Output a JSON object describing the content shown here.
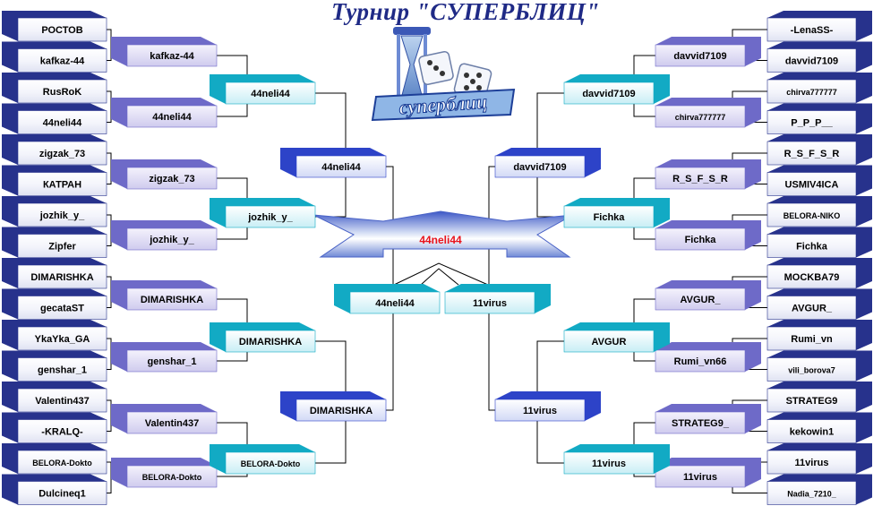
{
  "title": "Турнир \"СУПЕРБЛИЦ\"",
  "logo_text": "суперблиц",
  "champion": "44neli44",
  "colors": {
    "navy": "#27328c",
    "violet": "#6e6ac8",
    "teal": "#12aac4",
    "blue": "#2d43c8",
    "champion_text": "#e8121b"
  },
  "left": {
    "round1": [
      "РОСТОВ",
      "kafkaz-44",
      "RusRoK",
      "44neli44",
      "zigzak_73",
      "КАТРАН",
      "jozhik_y_",
      "Zipfer",
      "DIMARISHKA",
      "gecataST",
      "YkaYka_GA",
      "genshar_1",
      "Valentin437",
      "-KRALQ-",
      "BELORA-Dokto",
      "Dulcineq1"
    ],
    "round2": [
      "kafkaz-44",
      "44neli44",
      "zigzak_73",
      "jozhik_y_",
      "DIMARISHKA",
      "genshar_1",
      "Valentin437",
      "BELORA-Dokto"
    ],
    "round3": [
      "44neli44",
      "jozhik_y_",
      "DIMARISHKA",
      "BELORA-Dokto"
    ],
    "round4": [
      "44neli44",
      "DIMARISHKA"
    ]
  },
  "right": {
    "round1": [
      "-LenaSS-",
      "davvid7109",
      "chirva777777",
      "P_P_P__",
      "R_S_F_S_R",
      "USMIV4ICA",
      "BELORA-NIKO",
      "Fichka",
      "MOCKBA79",
      "AVGUR_",
      "Rumi_vn",
      "vili_borova7",
      "STRATEG9",
      "kekowin1",
      "11virus",
      "Nadia_7210_"
    ],
    "round2": [
      "davvid7109",
      "chirva777777",
      "R_S_F_S_R",
      "Fichka",
      "AVGUR_",
      "Rumi_vn66",
      "STRATEG9_",
      "11virus"
    ],
    "round3": [
      "davvid7109",
      "Fichka",
      "AVGUR",
      "11virus"
    ],
    "round4": [
      "davvid7109",
      "11virus"
    ]
  },
  "final": [
    "44neli44",
    "11virus"
  ]
}
